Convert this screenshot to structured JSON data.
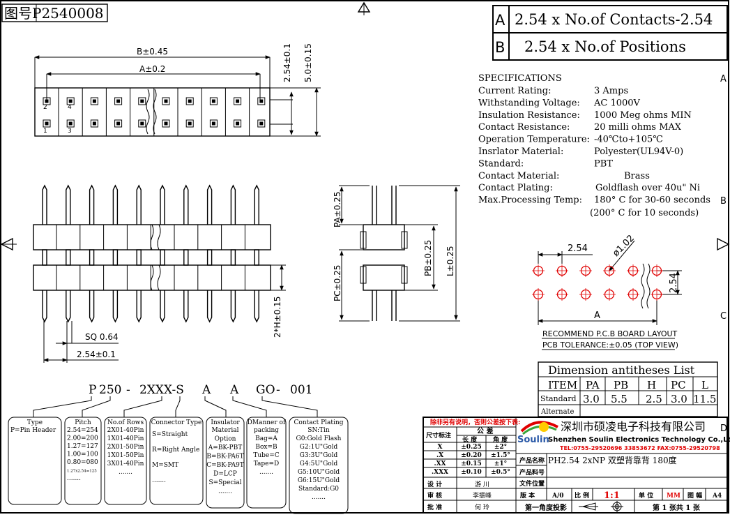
{
  "drawing_no": "图号P2540008",
  "formula": {
    "a_letter": "A",
    "a_text": "2.54 x No.of Contacts-2.54",
    "b_letter": "B",
    "b_text": "2.54 x No.of Positions"
  },
  "specs": {
    "title": "SPECIFICATIONS",
    "rows": [
      {
        "label": "Current Rating:",
        "value": "3 Amps"
      },
      {
        "label": "Withstanding Voltage:",
        "value": "AC  1000V"
      },
      {
        "label": "Insulation Resistance:",
        "value": "1000 Meg ohms MIN"
      },
      {
        "label": "Contact Resistance:",
        "value": "20 milli ohms MAX"
      },
      {
        "label": "Operation Temperature:",
        "value": "-40℃to+105℃"
      },
      {
        "label": "Insrlator Material:",
        "value": "Polyester(UL94V-0)"
      },
      {
        "label": "Standard:",
        "value": "PBT"
      },
      {
        "label": "Contact Material:",
        "value": "Brass"
      },
      {
        "label": "Contact Plating:",
        "value": "Goldflash over 40u\" Ni"
      },
      {
        "label": "Max.Processing Temp:",
        "value": "180° C for 30-60 seconds"
      }
    ],
    "extra": "(200° C for 10 seconds)"
  },
  "top_view": {
    "dim_b": "B±0.45",
    "dim_a": "A±0.2",
    "dim_254": "2.54±0.1",
    "dim_50": "5.0±0.15",
    "pin_nums": [
      "2",
      "4",
      "1",
      "3"
    ]
  },
  "front_view": {
    "sq": "SQ 0.64",
    "pitch": "2.54±0.1",
    "h": "2*H±0.15"
  },
  "side_view": {
    "pa": "PA±0.25",
    "pc": "PC±0.25",
    "pb": "PB±0.25",
    "l": "L±0.25"
  },
  "pcb": {
    "pitch": "2.54",
    "hole": "ø1.02",
    "row": "2.54",
    "a": "A",
    "title": "RECOMMEND P.C.B BOARD LAYOUT",
    "tol": "PCB TOLERANCE:±0.05 (TOP VIEW)"
  },
  "zone_marks": {
    "a": "A",
    "b": "B",
    "c": "C",
    "d": "D"
  },
  "dim_list": {
    "title": "Dimension antitheses List",
    "headers": [
      "ITEM",
      "PA",
      "PB",
      "H",
      "PC",
      "L"
    ],
    "standard_label": "Standard",
    "standard": [
      "3.0",
      "5.5",
      "2.5",
      "3.0",
      "11.5"
    ],
    "alternate_label": "Alternate"
  },
  "part_code": {
    "p": "P",
    "s250": "250",
    "d1": "-",
    "xxx": "2XXX-S",
    "a1": "A",
    "a2": "A",
    "go": "GO",
    "d2": "-",
    "n001": "001"
  },
  "legend": [
    {
      "title": "Type",
      "lines": [
        "P=Pin Header"
      ]
    },
    {
      "title": "Pitch",
      "lines": [
        "2.54=254",
        "2.00=200",
        "1.27=127",
        "1.00=100",
        "0.80=080",
        "1.27x2.54=125",
        "......."
      ]
    },
    {
      "title": "No.of Rows",
      "lines": [
        "2X01-40Pin",
        "1X01-40Pin",
        "2X01-50Pin",
        "1X01-50Pin",
        "3X01-40Pin",
        "......."
      ]
    },
    {
      "title": "Connector Type",
      "lines": [
        "S=Straight",
        "R=Right Angle",
        "M=SMT",
        "......."
      ]
    },
    {
      "title": "Insulator",
      "lines": [
        "Material",
        "Option",
        "A=BK-PBT",
        "B=BK-PA6T",
        "C=BK-PA9T",
        "D=LCP",
        "S=Special",
        "......."
      ]
    },
    {
      "title": "DManner of",
      "lines": [
        "packing",
        "Bag=A",
        "Box=B",
        "Tube=C",
        "Tape=D",
        "......."
      ]
    },
    {
      "title": "Contact Plating",
      "lines": [
        "SN:Tin",
        "G0:Gold Flash",
        "G2:1U\"Gold",
        "G3:3U\"Gold",
        "G4:5U\"Gold",
        "G5:10U\"Gold",
        "G6:15U\"Gold",
        "Standard:G0",
        "......."
      ]
    }
  ],
  "title_block": {
    "note": "除非另有说明，否则公差按下表:",
    "tol_label": "尺寸标注",
    "tol_header": "公 差",
    "col_len": "长 度",
    "col_ang": "角 度",
    "tol_rows": [
      {
        "dim": "X",
        "len": "±0.25",
        "ang": "±2°"
      },
      {
        "dim": ".X",
        "len": "±0.20",
        "ang": "±1.5°"
      },
      {
        "dim": ".XX",
        "len": "±0.15",
        "ang": "±1°"
      },
      {
        "dim": ".XXX",
        "len": "±0.10",
        "ang": "±0.5°"
      }
    ],
    "logo": "Soulin",
    "company_cn": "深圳市硕凌电子科技有限公司",
    "company_en": "Shenzhen Soulin Electronics Technology Co.,Ltd",
    "contact": "TEL:0755-29520696  33853672    FAX:0755-29520798",
    "name_label": "产品名称",
    "name_value": "PH2.54 2xNP 双塑背靠背 180度",
    "part_label": "产品料号",
    "file_label": "文件位置",
    "designer_label": "设 计",
    "designer": "游 川",
    "checker_label": "审 核",
    "checker": "李振峰",
    "approver_label": "批 准",
    "approver": "何 玲",
    "version_label": "版 本",
    "version": "A/0",
    "scale_label": "比 例",
    "scale": "1:1",
    "unit_label": "单 位",
    "unit": "MM",
    "size_label": "图 幅",
    "size": "A4",
    "angle_label": "第一角度投影",
    "sheet_label": "第 1 张共 1 张"
  }
}
